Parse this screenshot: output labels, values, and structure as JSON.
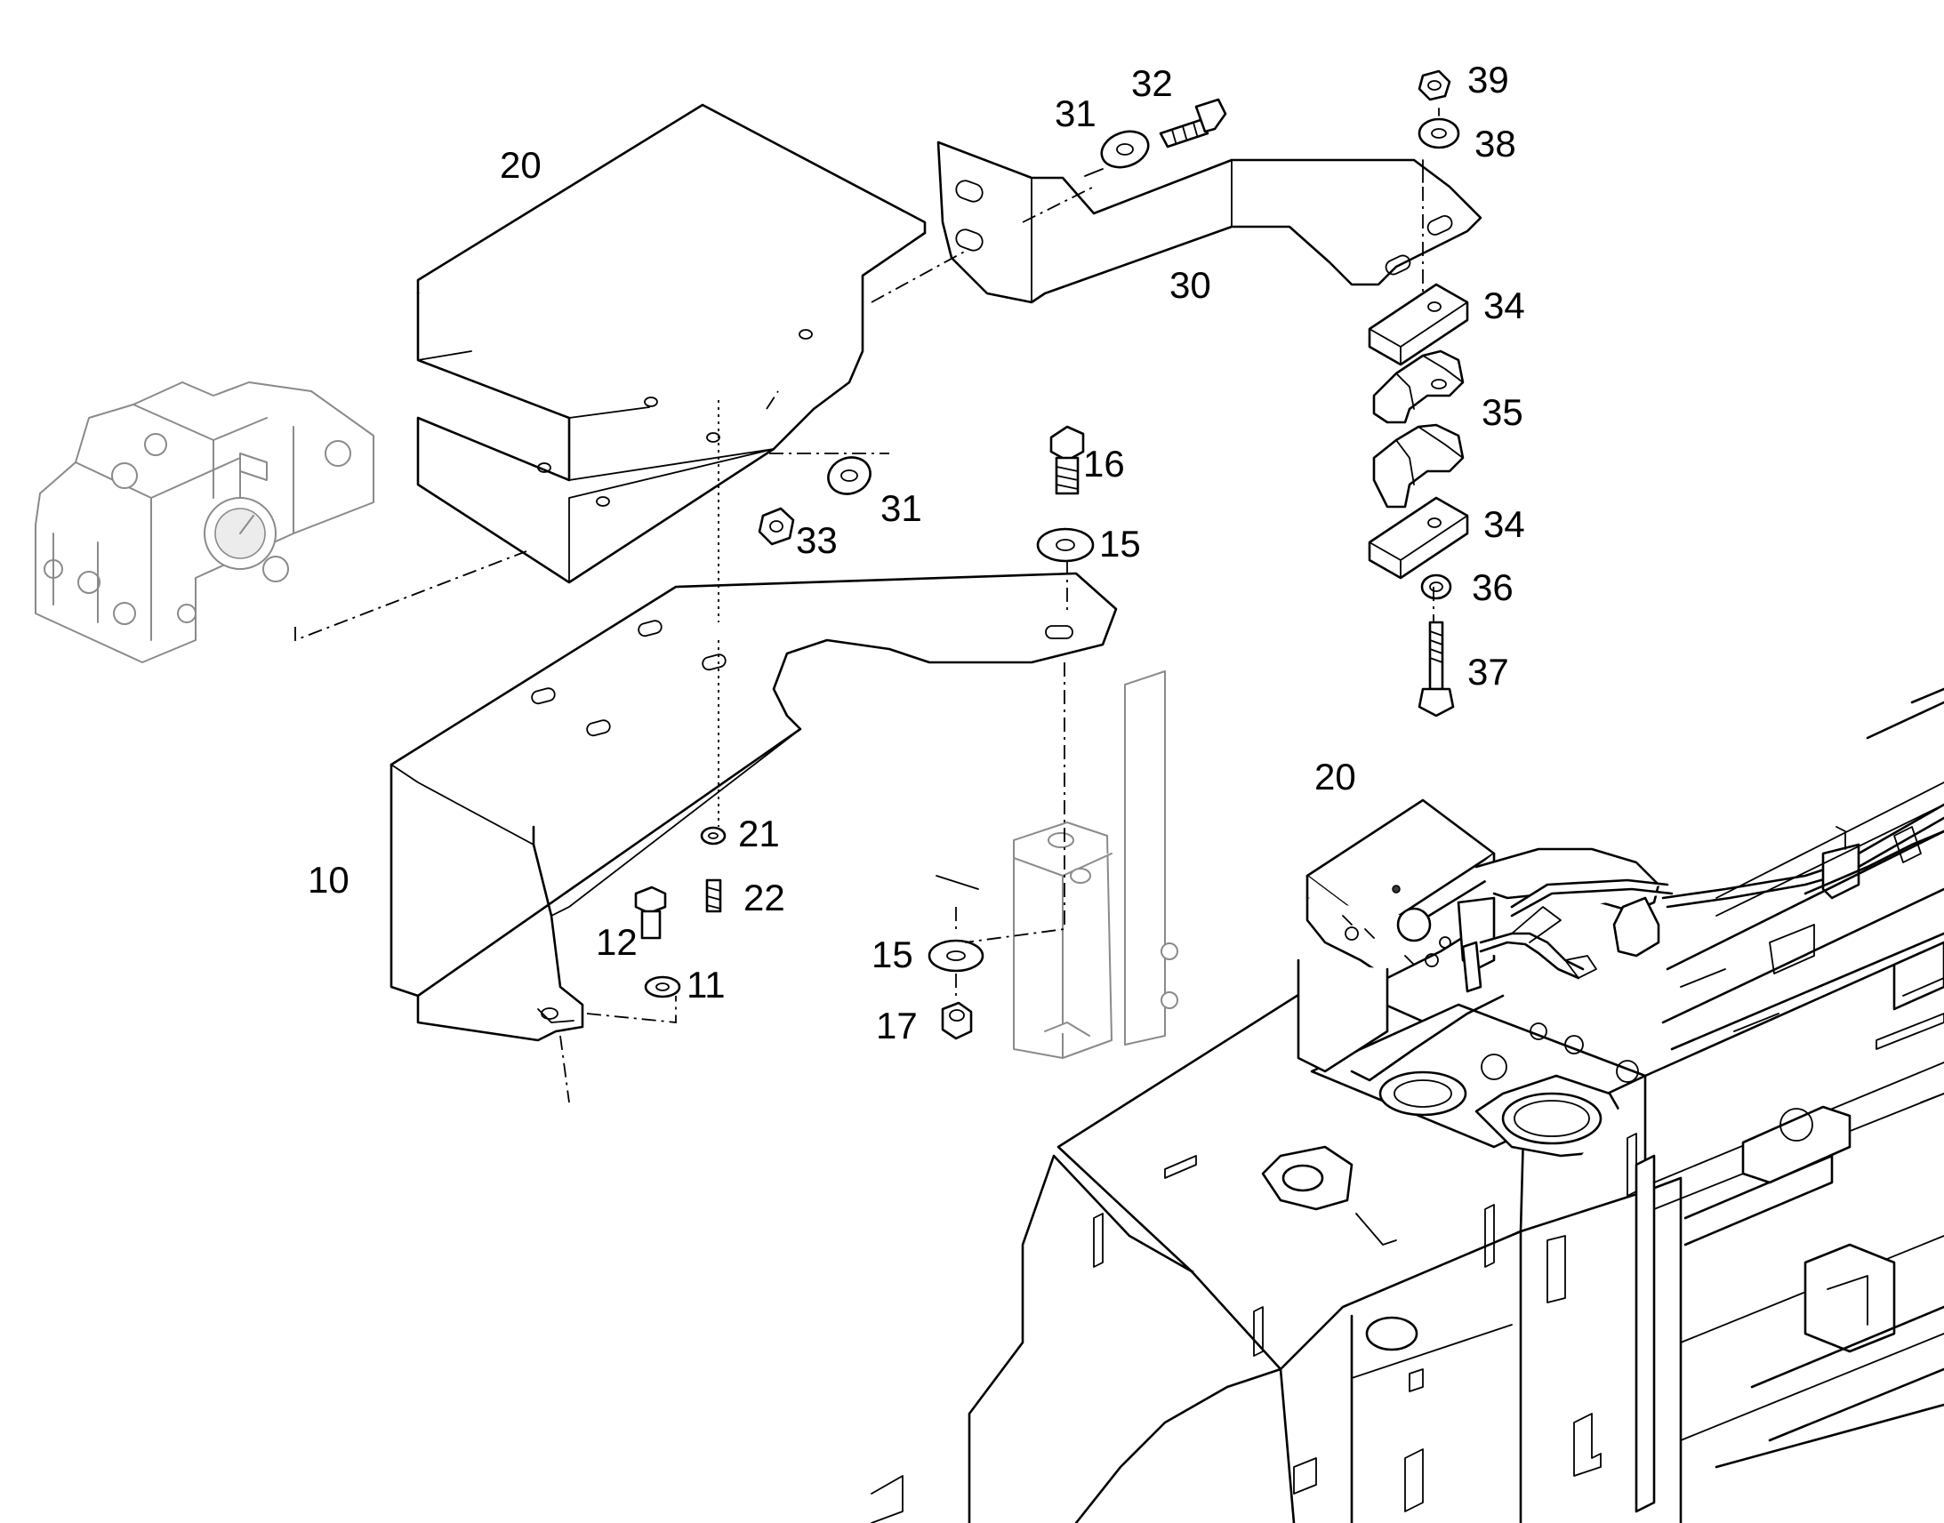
{
  "callouts": [
    {
      "id": "c20a",
      "text": "20"
    },
    {
      "id": "c32",
      "text": "32"
    },
    {
      "id": "c31a",
      "text": "31"
    },
    {
      "id": "c39",
      "text": "39"
    },
    {
      "id": "c38",
      "text": "38"
    },
    {
      "id": "c30",
      "text": "30"
    },
    {
      "id": "c34a",
      "text": "34"
    },
    {
      "id": "c35",
      "text": "35"
    },
    {
      "id": "c34b",
      "text": "34"
    },
    {
      "id": "c36",
      "text": "36"
    },
    {
      "id": "c37",
      "text": "37"
    },
    {
      "id": "c16",
      "text": "16"
    },
    {
      "id": "c15a",
      "text": "15"
    },
    {
      "id": "c31b",
      "text": "31"
    },
    {
      "id": "c33",
      "text": "33"
    },
    {
      "id": "c21",
      "text": "21"
    },
    {
      "id": "c22",
      "text": "22"
    },
    {
      "id": "c10",
      "text": "10"
    },
    {
      "id": "c12",
      "text": "12"
    },
    {
      "id": "c11",
      "text": "11"
    },
    {
      "id": "c15b",
      "text": "15"
    },
    {
      "id": "c17",
      "text": "17"
    },
    {
      "id": "c20b",
      "text": "20"
    }
  ]
}
